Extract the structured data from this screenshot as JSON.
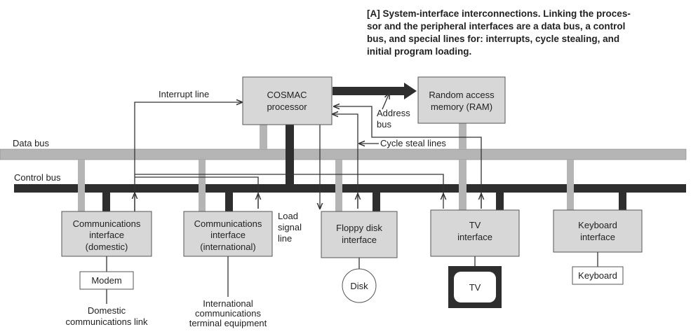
{
  "caption": {
    "lines": [
      "[A] System-interface interconnections. Linking the proces-",
      "sor and the peripheral interfaces are a data bus, a control",
      "bus, and special lines for: interrupts, cycle stealing, and",
      "initial program loading."
    ]
  },
  "buses": {
    "data_bus": "Data bus",
    "control_bus": "Control bus"
  },
  "labels": {
    "interrupt_line": "Interrupt line",
    "address_bus": [
      "Address",
      "bus"
    ],
    "cycle_steal_lines": "Cycle steal lines",
    "load_signal_line": [
      "Load",
      "signal",
      "line"
    ]
  },
  "blocks": {
    "processor": [
      "COSMAC",
      "processor"
    ],
    "ram": [
      "Random access",
      "memory (RAM)"
    ],
    "comm_domestic": [
      "Communications",
      "interface",
      "(domestic)"
    ],
    "comm_international": [
      "Communications",
      "interface",
      "(international)"
    ],
    "floppy": [
      "Floppy disk",
      "interface"
    ],
    "tv_interface": [
      "TV",
      "interface"
    ],
    "keyboard_interface": [
      "Keyboard",
      "interface"
    ]
  },
  "devices": {
    "modem": "Modem",
    "disk": "Disk",
    "tv": "TV",
    "keyboard": "Keyboard"
  },
  "endpoints": {
    "domestic_link": [
      "Domestic",
      "communications link"
    ],
    "international_terminal": [
      "International",
      "communications",
      "terminal equipment"
    ]
  },
  "colors": {
    "data_bus": "#b5b5b5",
    "control_bus": "#2e2e2e",
    "block_fill": "#d7d7d7"
  }
}
